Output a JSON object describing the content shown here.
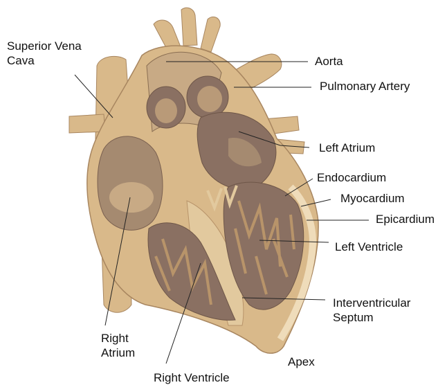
{
  "labels": {
    "superior_vena_cava": "Superior Vena Cava",
    "aorta": "Aorta",
    "pulmonary_artery": "Pulmonary Artery",
    "left_atrium": "Left Atrium",
    "endocardium": "Endocardium",
    "myocardium": "Myocardium",
    "epicardium": "Epicardium",
    "left_ventricle": "Left Ventricle",
    "interventricular_septum": "Interventricular Septum",
    "right_atrium": "Right Atrium",
    "right_ventricle": "Right Ventricle",
    "apex": "Apex"
  },
  "colors": {
    "outer_tissue": "#d9b98a",
    "outer_shadow": "#b8946a",
    "inner_chamber": "#8a7062",
    "dark_chamber": "#6e5648",
    "light_tissue": "#e8d2aa",
    "leader_line": "#222222"
  }
}
